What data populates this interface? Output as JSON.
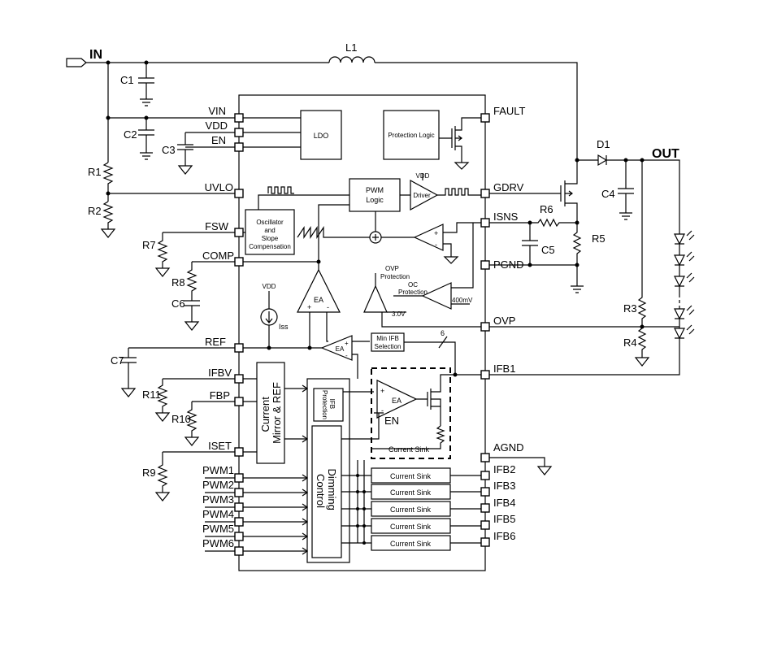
{
  "nets": {
    "in": "IN",
    "out": "OUT"
  },
  "pins_left": [
    "VIN",
    "VDD",
    "EN",
    "UVLO",
    "FSW",
    "COMP",
    "REF",
    "IFBV",
    "FBP",
    "ISET",
    "PWM1",
    "PWM2",
    "PWM3",
    "PWM4",
    "PWM5",
    "PWM6"
  ],
  "pins_right": [
    "FAULT",
    "GDRV",
    "ISNS",
    "PGND",
    "OVP",
    "IFB1",
    "AGND",
    "IFB2",
    "IFB3",
    "IFB4",
    "IFB5",
    "IFB6"
  ],
  "components": {
    "inductor": "L1",
    "diode": "D1",
    "capacitors": [
      "C1",
      "C2",
      "C3",
      "C4",
      "C5",
      "C6",
      "C7"
    ],
    "resistors": [
      "R1",
      "R2",
      "R3",
      "R4",
      "R5",
      "R6",
      "R7",
      "R8",
      "R9",
      "R10",
      "R11"
    ]
  },
  "blocks": {
    "ldo": "LDO",
    "protection_logic": "Protection Logic",
    "pwm_logic": [
      "PWM",
      "Logic"
    ],
    "driver": "Driver",
    "vdd": "VDD",
    "oscillator": [
      "Oscillator",
      "and",
      "Slope",
      "Compensation"
    ],
    "ea": "EA",
    "ovp_protection": [
      "OVP",
      "Protection"
    ],
    "oc_protection": [
      "OC",
      "Protection"
    ],
    "v_400mv": "400mV",
    "v_3v": "3.0V",
    "iss": "Iss",
    "min_ifb": [
      "Min IFB",
      "Selection"
    ],
    "bus_width": "6",
    "current_mirror": [
      "Current",
      "Mirror & REF"
    ],
    "ifb_protection": [
      "IFB",
      "Protection"
    ],
    "dimming_control": [
      "Dimming",
      "Control"
    ],
    "current_sink": "Current Sink",
    "en": "EN",
    "plus": "+",
    "minus": "-"
  }
}
